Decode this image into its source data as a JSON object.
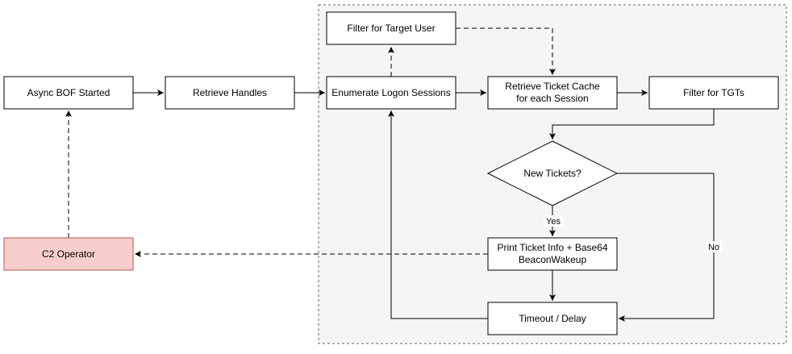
{
  "nodes": {
    "async_bof": "Async BOF Started",
    "retrieve_handles": "Retrieve Handles",
    "enumerate_logon": "Enumerate Logon Sessions",
    "filter_target_user": "Filter for Target User",
    "retrieve_ticket_cache_l1": "Retrieve Ticket Cache",
    "retrieve_ticket_cache_l2": "for each Session",
    "filter_tgts": "Filter for TGTs",
    "new_tickets": "New Tickets?",
    "print_ticket_l1": "Print Ticket Info + Base64",
    "print_ticket_l2": "BeaconWakeup",
    "timeout_delay": "Timeout / Delay",
    "c2_operator": "C2 Operator"
  },
  "edge_labels": {
    "yes": "Yes",
    "no": "No"
  },
  "colors": {
    "operator_fill": "#f8cecc",
    "operator_stroke": "#b85450",
    "group_fill": "#f5f5f5",
    "group_stroke": "#666666"
  }
}
